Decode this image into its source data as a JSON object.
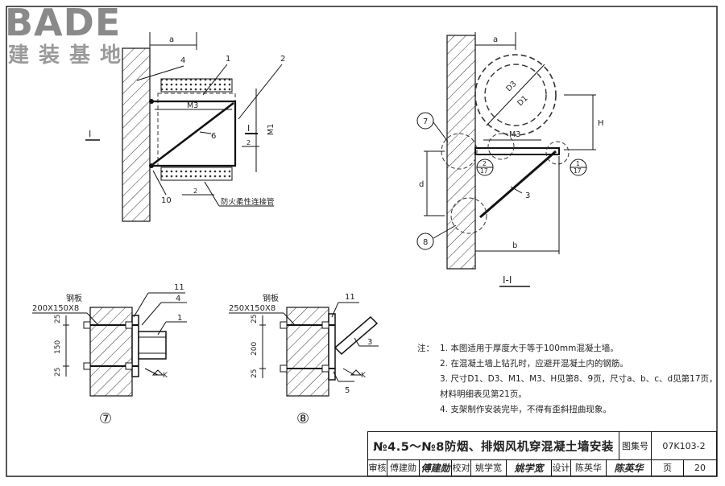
{
  "logo": {
    "brand": "BADE",
    "subtitle": "建装基地"
  },
  "views": {
    "left_label": "I",
    "section_mark": "I",
    "section_title": "I-I",
    "detail_7_id": "⑦",
    "detail_8_id": "⑧"
  },
  "labels": {
    "a": "a",
    "b": "b",
    "d": "d",
    "H": "H",
    "M1": "M1",
    "M3": "M3",
    "D1": "D1",
    "D3": "D3",
    "n1": "1",
    "n2": "2",
    "n3": "3",
    "n4": "4",
    "n5": "5",
    "n6": "6",
    "n10": "10",
    "n11": "11",
    "fire_connector": "防火柔性连接管",
    "circle_7": "7",
    "circle_8": "8",
    "ref_2_top": "2",
    "ref_2_bot": "17",
    "ref_1_top": "1",
    "ref_1_bot": "17",
    "sec_2": "2",
    "sec_2_lower": "2",
    "plate_word": "钢板",
    "plate_7": "200X150X8",
    "plate_8": "250X150X8",
    "dim7": [
      "25",
      "150",
      "25"
    ],
    "dim8": [
      "25",
      "200",
      "25"
    ],
    "weld_k": "K"
  },
  "notes": {
    "heading": "注：",
    "items": [
      "1.  本图适用于厚度大于等于100mm混凝土墙。",
      "2.  在混凝土墙上钻孔时，应避开混凝土内的钢筋。",
      "3.  尺寸D1、D3、M1、M3、H见第8、9页，尺寸a、b、c、d见第17页，",
      "     材料明细表见第21页。",
      "4.  支架制作安装完毕，不得有歪斜扭曲现象。"
    ]
  },
  "title_block": {
    "title": "№4.5～№8防烟、排烟风机穿混凝土墙安装",
    "atlas_label": "图集号",
    "atlas_number": "07K103-2",
    "review_label": "审核",
    "reviewer": "傅建勋",
    "reviewer_sig": "傅建勋",
    "check_label": "校对",
    "checker": "姚学宽",
    "checker_sig": "姚学宽",
    "design_label": "设计",
    "designer": "陈英华",
    "designer_sig": "陈英华",
    "page_label": "页",
    "page_number": "20"
  }
}
